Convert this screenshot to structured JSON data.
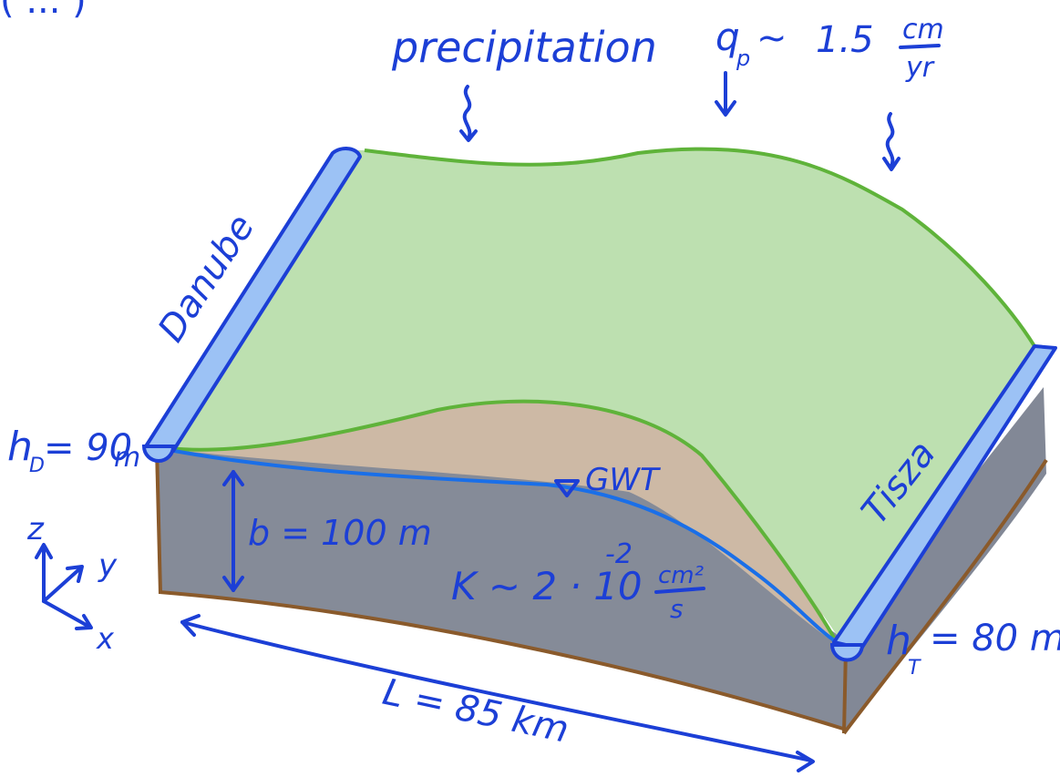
{
  "title_fragment": "( ... )",
  "precipitation": {
    "label": "precipitation",
    "rate_symbol": "q",
    "rate_subscript": "p",
    "rate_approx": "~",
    "rate_value": "1.5",
    "rate_unit_num": "cm",
    "rate_unit_den": "yr"
  },
  "rivers": {
    "left_name": "Danube",
    "right_name": "Tisza",
    "left_head": "h",
    "left_head_sub": "D",
    "left_head_value": "= 90",
    "left_head_unit": "m",
    "right_head": "h",
    "right_head_sub": "T",
    "right_head_value": "= 80 m"
  },
  "aquifer": {
    "thickness_label": "b = 100 m",
    "water_table_label": "GWT",
    "conductivity_prefix": "K ~ 2 · 10",
    "conductivity_exp": "-2",
    "conductivity_unit_num": "cm²",
    "conductivity_unit_den": "s",
    "length_label": "L = 85 km"
  },
  "axes": {
    "z": "z",
    "y": "y",
    "x": "x"
  },
  "colors": {
    "ink": "#1c3fd6",
    "surface_green": "#bde0b0",
    "surface_edge": "#5fb33a",
    "soil_tan": "#cdb9a5",
    "aquifer_gray": "#858b98",
    "edge_brown": "#8a5a2b",
    "river_blue": "#9cc2f5",
    "water_table": "#1a6fe8"
  }
}
